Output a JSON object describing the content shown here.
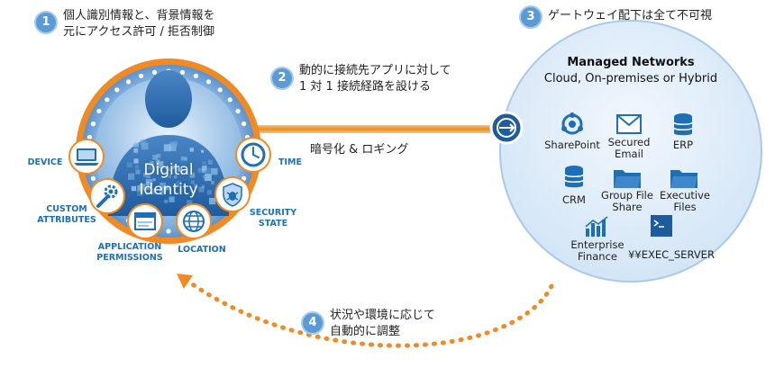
{
  "steps": [
    {
      "number": "1",
      "lines": [
        "個人識別情報と、背景情報を",
        "元にアクセス許可 / 拒否制御"
      ]
    },
    {
      "number": "2",
      "lines": [
        "動的に接続先アプリに対して",
        "1 対 1 接続経路を設ける"
      ]
    },
    {
      "number": "3",
      "lines": [
        "ゲートウェイ配下は全て不可視"
      ]
    },
    {
      "number": "4",
      "lines": [
        "状況や環境に応じて",
        "自動的に調整"
      ]
    }
  ],
  "connection_label": "暗号化 & ロギング",
  "identity": {
    "lines": [
      "Digital",
      "Identity"
    ]
  },
  "attributes": [
    {
      "label": [
        "DEVICE"
      ],
      "icon": "laptop-icon"
    },
    {
      "label": [
        "CUSTOM",
        "ATTRIBUTES"
      ],
      "icon": "wrench-gear-icon"
    },
    {
      "label": [
        "APPLICATION",
        "PERMISSIONS"
      ],
      "icon": "window-icon"
    },
    {
      "label": [
        "LOCATION"
      ],
      "icon": "globe-icon"
    },
    {
      "label": [
        "SECURITY",
        "STATE"
      ],
      "icon": "shield-bug-icon"
    },
    {
      "label": [
        "TIME"
      ],
      "icon": "clock-icon"
    }
  ],
  "network": {
    "title": "Managed Networks",
    "subtitle": "Cloud, On-premises or Hybrid",
    "services": [
      {
        "label": [
          "SharePoint"
        ],
        "icon": "sharepoint-icon"
      },
      {
        "label": [
          "Secured",
          "Email"
        ],
        "icon": "envelope-icon"
      },
      {
        "label": [
          "ERP"
        ],
        "icon": "database-icon"
      },
      {
        "label": [
          "CRM"
        ],
        "icon": "database-icon"
      },
      {
        "label": [
          "Group File",
          "Share"
        ],
        "icon": "folder-icon"
      },
      {
        "label": [
          "Executive",
          "Files"
        ],
        "icon": "folder-icon"
      },
      {
        "label": [
          "Enterprise",
          "Finance"
        ],
        "icon": "bar-chart-icon"
      },
      {
        "label": [
          "¥¥EXEC_SERVER"
        ],
        "icon": "terminal-icon"
      }
    ]
  },
  "colors": {
    "accent_blue": "#1f6fb5",
    "badge_blue": "#5b9bd5",
    "orange": "#f08a24",
    "cloud_fill": "#dceaf7"
  }
}
